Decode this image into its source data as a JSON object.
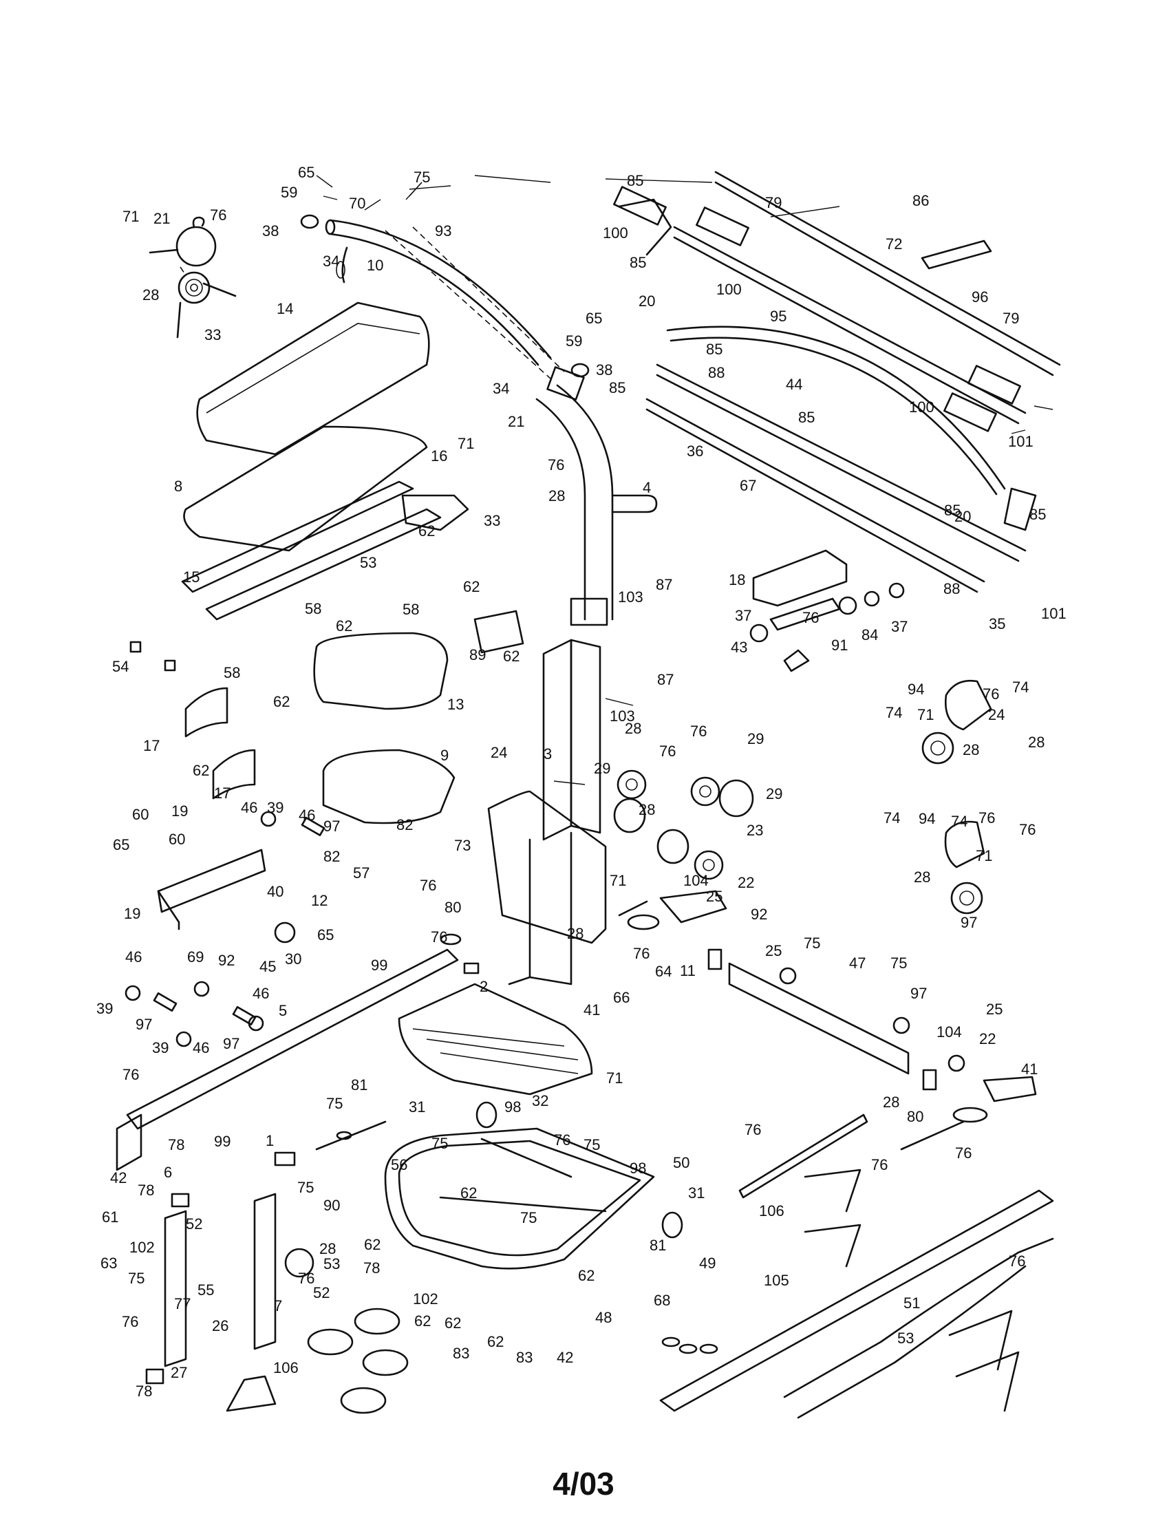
{
  "footer": "4/03",
  "labels": [
    {
      "id": "l1",
      "text": "65"
    },
    {
      "id": "l2",
      "text": "59"
    },
    {
      "id": "l3",
      "text": "70"
    },
    {
      "id": "l4",
      "text": "75"
    },
    {
      "id": "l5",
      "text": "38"
    },
    {
      "id": "l6",
      "text": "93"
    },
    {
      "id": "l7",
      "text": "10"
    },
    {
      "id": "l8",
      "text": "34"
    },
    {
      "id": "l9",
      "text": "21"
    },
    {
      "id": "l10",
      "text": "76"
    },
    {
      "id": "l11",
      "text": "71"
    },
    {
      "id": "l12",
      "text": "28"
    },
    {
      "id": "l13",
      "text": "33"
    },
    {
      "id": "l14",
      "text": "14"
    },
    {
      "id": "l15",
      "text": "65"
    },
    {
      "id": "l16",
      "text": "59"
    },
    {
      "id": "l17",
      "text": "38"
    },
    {
      "id": "l18",
      "text": "34"
    },
    {
      "id": "l19",
      "text": "21"
    },
    {
      "id": "l20",
      "text": "71"
    },
    {
      "id": "l21",
      "text": "76"
    },
    {
      "id": "l22",
      "text": "28"
    },
    {
      "id": "l23",
      "text": "33"
    },
    {
      "id": "l24",
      "text": "4"
    },
    {
      "id": "l25",
      "text": "8"
    },
    {
      "id": "l26",
      "text": "16"
    },
    {
      "id": "l27",
      "text": "62"
    },
    {
      "id": "l28",
      "text": "15"
    },
    {
      "id": "l29",
      "text": "53"
    },
    {
      "id": "l30",
      "text": "58"
    },
    {
      "id": "l31",
      "text": "58"
    },
    {
      "id": "l32",
      "text": "62"
    },
    {
      "id": "l33",
      "text": "54"
    },
    {
      "id": "l34",
      "text": "58"
    },
    {
      "id": "l35",
      "text": "62"
    },
    {
      "id": "l36",
      "text": "17"
    },
    {
      "id": "l37",
      "text": "62"
    },
    {
      "id": "l38",
      "text": "17"
    },
    {
      "id": "l39",
      "text": "13"
    },
    {
      "id": "l40",
      "text": "9"
    },
    {
      "id": "l41",
      "text": "62"
    },
    {
      "id": "l42",
      "text": "89"
    },
    {
      "id": "l43",
      "text": "62"
    },
    {
      "id": "l44",
      "text": "103"
    },
    {
      "id": "l45",
      "text": "87"
    },
    {
      "id": "l46",
      "text": "87"
    },
    {
      "id": "l47",
      "text": "103"
    },
    {
      "id": "l48",
      "text": "3"
    },
    {
      "id": "l49",
      "text": "85"
    },
    {
      "id": "l50",
      "text": "79"
    },
    {
      "id": "l51",
      "text": "100"
    },
    {
      "id": "l52",
      "text": "85"
    },
    {
      "id": "l53",
      "text": "100"
    },
    {
      "id": "l54",
      "text": "95"
    },
    {
      "id": "l55",
      "text": "86"
    },
    {
      "id": "l56",
      "text": "72"
    },
    {
      "id": "l57",
      "text": "96"
    },
    {
      "id": "l58",
      "text": "79"
    },
    {
      "id": "l59",
      "text": "20"
    },
    {
      "id": "l60",
      "text": "85"
    },
    {
      "id": "l61",
      "text": "44"
    },
    {
      "id": "l62",
      "text": "88"
    },
    {
      "id": "l63",
      "text": "85"
    },
    {
      "id": "l64",
      "text": "100"
    },
    {
      "id": "l65",
      "text": "85"
    },
    {
      "id": "l66",
      "text": "36"
    },
    {
      "id": "l67",
      "text": "101"
    },
    {
      "id": "l68",
      "text": "67"
    },
    {
      "id": "l69",
      "text": "85"
    },
    {
      "id": "l70",
      "text": "20"
    },
    {
      "id": "l71",
      "text": "85"
    },
    {
      "id": "l72",
      "text": "88"
    },
    {
      "id": "l73",
      "text": "101"
    },
    {
      "id": "l74",
      "text": "35"
    },
    {
      "id": "l75",
      "text": "18"
    },
    {
      "id": "l76",
      "text": "37"
    },
    {
      "id": "l77",
      "text": "91"
    },
    {
      "id": "l78",
      "text": "84"
    },
    {
      "id": "l79",
      "text": "37"
    },
    {
      "id": "l80",
      "text": "43"
    },
    {
      "id": "l81",
      "text": "76"
    },
    {
      "id": "l82",
      "text": "94"
    },
    {
      "id": "l83",
      "text": "76"
    },
    {
      "id": "l84",
      "text": "74"
    },
    {
      "id": "l85",
      "text": "71"
    },
    {
      "id": "l86",
      "text": "74"
    },
    {
      "id": "l87",
      "text": "24"
    },
    {
      "id": "l88",
      "text": "28"
    },
    {
      "id": "l89",
      "text": "28"
    },
    {
      "id": "l90",
      "text": "28"
    },
    {
      "id": "l91",
      "text": "76"
    },
    {
      "id": "l92",
      "text": "76"
    },
    {
      "id": "l93",
      "text": "29"
    },
    {
      "id": "l94",
      "text": "29"
    },
    {
      "id": "l95",
      "text": "29"
    },
    {
      "id": "l96",
      "text": "28"
    },
    {
      "id": "l97",
      "text": "23"
    },
    {
      "id": "l98",
      "text": "24"
    },
    {
      "id": "l99",
      "text": "74"
    },
    {
      "id": "l100",
      "text": "94"
    },
    {
      "id": "l101",
      "text": "74"
    },
    {
      "id": "l102",
      "text": "76"
    },
    {
      "id": "l103",
      "text": "76"
    },
    {
      "id": "l104",
      "text": "71"
    },
    {
      "id": "l105",
      "text": "28"
    },
    {
      "id": "l106",
      "text": "97"
    },
    {
      "id": "l107",
      "text": "46"
    },
    {
      "id": "l108",
      "text": "39"
    },
    {
      "id": "l109",
      "text": "46"
    },
    {
      "id": "l110",
      "text": "97"
    },
    {
      "id": "l111",
      "text": "82"
    },
    {
      "id": "l112",
      "text": "82"
    },
    {
      "id": "l113",
      "text": "57"
    },
    {
      "id": "l114",
      "text": "60"
    },
    {
      "id": "l115",
      "text": "19"
    },
    {
      "id": "l116",
      "text": "60"
    },
    {
      "id": "l117",
      "text": "65"
    },
    {
      "id": "l118",
      "text": "12"
    },
    {
      "id": "l119",
      "text": "19"
    },
    {
      "id": "l120",
      "text": "40"
    },
    {
      "id": "l121",
      "text": "73"
    },
    {
      "id": "l122",
      "text": "76"
    },
    {
      "id": "l123",
      "text": "80"
    },
    {
      "id": "l124",
      "text": "71"
    },
    {
      "id": "l125",
      "text": "104"
    },
    {
      "id": "l126",
      "text": "22"
    },
    {
      "id": "l127",
      "text": "25"
    },
    {
      "id": "l128",
      "text": "92"
    },
    {
      "id": "l129",
      "text": "65"
    },
    {
      "id": "l130",
      "text": "69"
    },
    {
      "id": "l131",
      "text": "92"
    },
    {
      "id": "l132",
      "text": "45"
    },
    {
      "id": "l133",
      "text": "30"
    },
    {
      "id": "l134",
      "text": "76"
    },
    {
      "id": "l135",
      "text": "28"
    },
    {
      "id": "l136",
      "text": "76"
    },
    {
      "id": "l137",
      "text": "64"
    },
    {
      "id": "l138",
      "text": "66"
    },
    {
      "id": "l139",
      "text": "41"
    },
    {
      "id": "l140",
      "text": "11"
    },
    {
      "id": "l141",
      "text": "25"
    },
    {
      "id": "l142",
      "text": "75"
    },
    {
      "id": "l143",
      "text": "47"
    },
    {
      "id": "l144",
      "text": "75"
    },
    {
      "id": "l145",
      "text": "97"
    },
    {
      "id": "l146",
      "text": "46"
    },
    {
      "id": "l147",
      "text": "39"
    },
    {
      "id": "l148",
      "text": "97"
    },
    {
      "id": "l149",
      "text": "46"
    },
    {
      "id": "l150",
      "text": "39"
    },
    {
      "id": "l151",
      "text": "46"
    },
    {
      "id": "l152",
      "text": "97"
    },
    {
      "id": "l153",
      "text": "5"
    },
    {
      "id": "l154",
      "text": "99"
    },
    {
      "id": "l155",
      "text": "2"
    },
    {
      "id": "l156",
      "text": "71"
    },
    {
      "id": "l157",
      "text": "25"
    },
    {
      "id": "l158",
      "text": "104"
    },
    {
      "id": "l159",
      "text": "22"
    },
    {
      "id": "l160",
      "text": "41"
    },
    {
      "id": "l161",
      "text": "28"
    },
    {
      "id": "l162",
      "text": "80"
    },
    {
      "id": "l163",
      "text": "76"
    },
    {
      "id": "l164",
      "text": "76"
    },
    {
      "id": "l165",
      "text": "76"
    },
    {
      "id": "l166",
      "text": "81"
    },
    {
      "id": "l167",
      "text": "31"
    },
    {
      "id": "l168",
      "text": "98"
    },
    {
      "id": "l169",
      "text": "32"
    },
    {
      "id": "l170",
      "text": "75"
    },
    {
      "id": "l171",
      "text": "75"
    },
    {
      "id": "l172",
      "text": "76"
    },
    {
      "id": "l173",
      "text": "75"
    },
    {
      "id": "l174",
      "text": "98"
    },
    {
      "id": "l175",
      "text": "50"
    },
    {
      "id": "l176",
      "text": "76"
    },
    {
      "id": "l177",
      "text": "78"
    },
    {
      "id": "l178",
      "text": "99"
    },
    {
      "id": "l179",
      "text": "1"
    },
    {
      "id": "l180",
      "text": "56"
    },
    {
      "id": "l181",
      "text": "6"
    },
    {
      "id": "l182",
      "text": "75"
    },
    {
      "id": "l183",
      "text": "42"
    },
    {
      "id": "l184",
      "text": "78"
    },
    {
      "id": "l185",
      "text": "90"
    },
    {
      "id": "l186",
      "text": "61"
    },
    {
      "id": "l187",
      "text": "52"
    },
    {
      "id": "l188",
      "text": "102"
    },
    {
      "id": "l189",
      "text": "62"
    },
    {
      "id": "l190",
      "text": "75"
    },
    {
      "id": "l191",
      "text": "31"
    },
    {
      "id": "l192",
      "text": "81"
    },
    {
      "id": "l193",
      "text": "49"
    },
    {
      "id": "l194",
      "text": "106"
    },
    {
      "id": "l195",
      "text": "76"
    },
    {
      "id": "l196",
      "text": "28"
    },
    {
      "id": "l197",
      "text": "53"
    },
    {
      "id": "l198",
      "text": "62"
    },
    {
      "id": "l199",
      "text": "78"
    },
    {
      "id": "l200",
      "text": "63"
    },
    {
      "id": "l201",
      "text": "75"
    },
    {
      "id": "l202",
      "text": "76"
    },
    {
      "id": "l203",
      "text": "52"
    },
    {
      "id": "l204",
      "text": "7"
    },
    {
      "id": "l205",
      "text": "76"
    },
    {
      "id": "l206",
      "text": "77"
    },
    {
      "id": "l207",
      "text": "55"
    },
    {
      "id": "l208",
      "text": "26"
    },
    {
      "id": "l209",
      "text": "62"
    },
    {
      "id": "l210",
      "text": "102"
    },
    {
      "id": "l211",
      "text": "62"
    },
    {
      "id": "l212",
      "text": "48"
    },
    {
      "id": "l213",
      "text": "105"
    },
    {
      "id": "l214",
      "text": "51"
    },
    {
      "id": "l215",
      "text": "68"
    },
    {
      "id": "l216",
      "text": "53"
    },
    {
      "id": "l217",
      "text": "62"
    },
    {
      "id": "l218",
      "text": "83"
    },
    {
      "id": "l219",
      "text": "62"
    },
    {
      "id": "l220",
      "text": "83"
    },
    {
      "id": "l221",
      "text": "42"
    },
    {
      "id": "l222",
      "text": "78"
    },
    {
      "id": "l223",
      "text": "27"
    },
    {
      "id": "l224",
      "text": "106"
    }
  ]
}
